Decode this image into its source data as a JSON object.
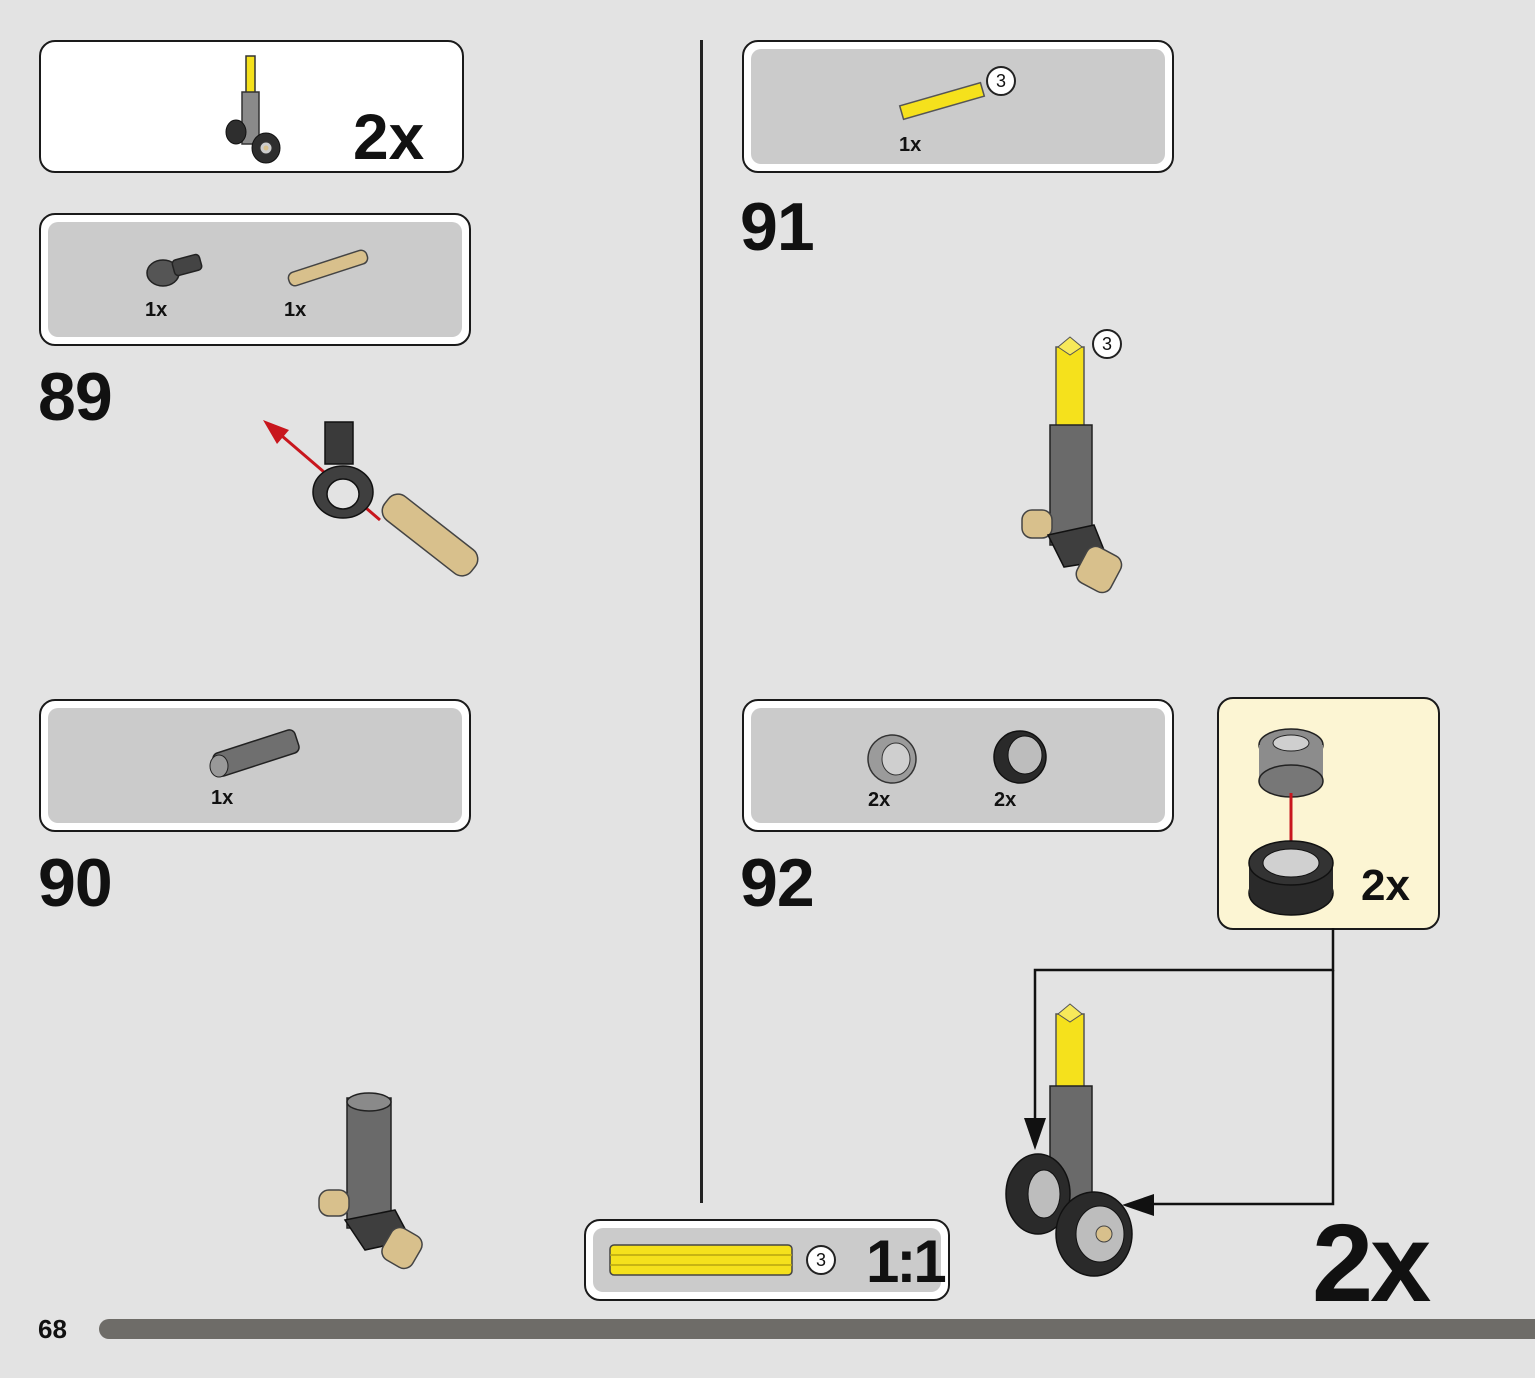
{
  "page": {
    "number": "68"
  },
  "top_left_callout": {
    "quantity": "2x"
  },
  "step89": {
    "number": "89",
    "parts": [
      {
        "qty": "1x"
      },
      {
        "qty": "1x"
      }
    ]
  },
  "step90": {
    "number": "90",
    "parts": [
      {
        "qty": "1x"
      }
    ]
  },
  "step91": {
    "number": "91",
    "parts": [
      {
        "qty": "1x",
        "length": "3"
      }
    ],
    "axle_length": "3"
  },
  "step92": {
    "number": "92",
    "parts": [
      {
        "qty": "2x"
      },
      {
        "qty": "2x"
      }
    ],
    "subassembly_qty": "2x",
    "result_qty": "2x"
  },
  "ruler": {
    "length": "3",
    "scale": "1:1"
  },
  "colors": {
    "yellow": "#f5e11c",
    "tan": "#d8c08c",
    "dark_grey": "#4a4a4a",
    "light_grey": "#9b9b9b",
    "callout_bg": "#fcf5d3"
  }
}
